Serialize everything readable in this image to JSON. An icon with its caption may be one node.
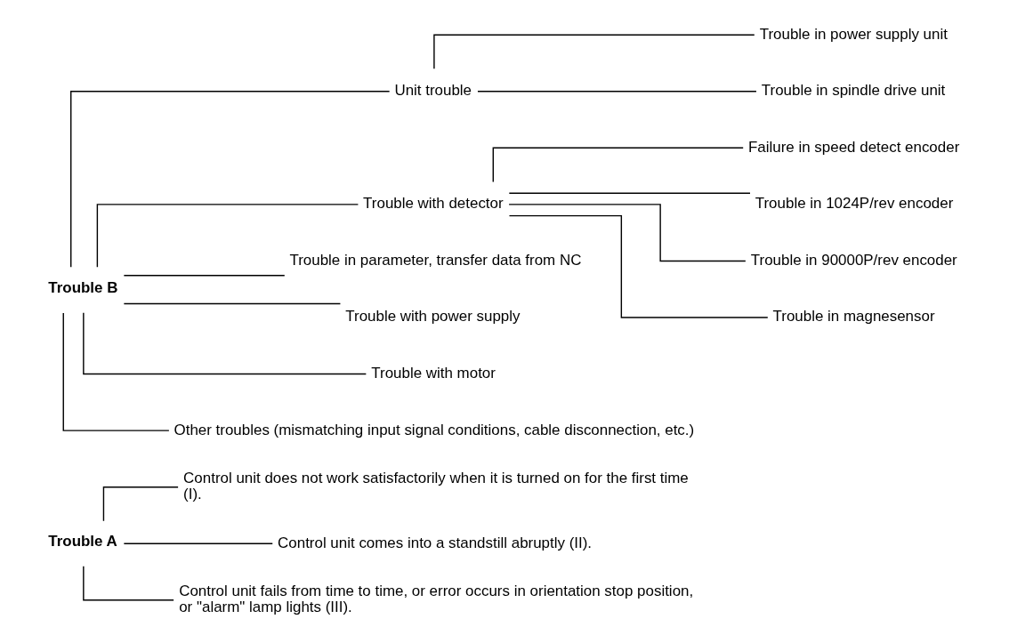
{
  "diagram": {
    "nodes": [
      {
        "text": [
          "Trouble A"
        ]
      },
      {
        "text": [
          "Control unit does not work satisfactorily when it is turned on for the first time (I)."
        ]
      },
      {
        "text": [
          "Control unit comes into a standstill abruptly (II)."
        ]
      },
      {
        "text": [
          "Control unit fails from time to time, or error occurs in orientation stop position, or \"alarm\" lamp lights (III)."
        ]
      },
      {
        "text": [
          "Trouble B"
        ]
      },
      {
        "text": [
          "Unit trouble"
        ]
      },
      {
        "text": [
          "Trouble in power supply unit"
        ]
      },
      {
        "text": [
          "Trouble in spindle drive unit"
        ]
      },
      {
        "text": [
          "Trouble with detector"
        ]
      },
      {
        "text": [
          "Failure in speed detect encoder"
        ]
      },
      {
        "text": [
          "Trouble in 1024P/rev encoder"
        ]
      },
      {
        "text": [
          "Trouble in 90000P/rev encoder"
        ]
      },
      {
        "text": [
          "Trouble in magnesensor"
        ]
      },
      {
        "text": [
          "Trouble in parameter, transfer data from NC"
        ]
      },
      {
        "text": [
          "Trouble with power supply"
        ]
      },
      {
        "text": [
          "Trouble with motor"
        ]
      },
      {
        "text": [
          "Other troubles (mismatching input signal conditions, cable disconnection, etc.)"
        ]
      }
    ],
    "edges": [
      {
        "from": 0,
        "to": 1,
        "arrow": "none"
      },
      {
        "from": 0,
        "to": 2,
        "arrow": "none"
      },
      {
        "from": 0,
        "to": 3,
        "arrow": "none"
      },
      {
        "from": 4,
        "to": 5,
        "arrow": "none"
      },
      {
        "from": 5,
        "to": 6,
        "arrow": "none"
      },
      {
        "from": 5,
        "to": 7,
        "arrow": "none"
      },
      {
        "from": 4,
        "to": 8,
        "arrow": "none"
      },
      {
        "from": 8,
        "to": 9,
        "arrow": "none"
      },
      {
        "from": 8,
        "to": 10,
        "arrow": "none"
      },
      {
        "from": 8,
        "to": 11,
        "arrow": "none"
      },
      {
        "from": 8,
        "to": 12,
        "arrow": "none"
      },
      {
        "from": 4,
        "to": 13,
        "arrow": "none"
      },
      {
        "from": 4,
        "to": 14,
        "arrow": "none"
      },
      {
        "from": 4,
        "to": 15,
        "arrow": "none"
      },
      {
        "from": 4,
        "to": 16,
        "arrow": "none"
      }
    ]
  }
}
